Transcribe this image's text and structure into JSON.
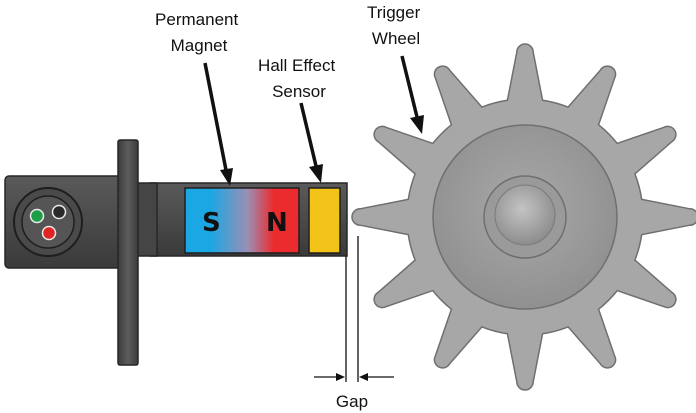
{
  "labels": {
    "magnet_line1": "Permanent",
    "magnet_line2": "Magnet",
    "sensor_line1": "Hall Effect",
    "sensor_line2": "Sensor",
    "wheel_line1": "Trigger",
    "wheel_line2": "Wheel",
    "gap": "Gap"
  },
  "poles": {
    "south": "S",
    "north": "N"
  },
  "colors": {
    "body_dark": "#4a4a4a",
    "magnet_south": "#1aa7e4",
    "magnet_north": "#ec2b2f",
    "sensor": "#f2c318",
    "wheel": "#a7a7a7",
    "pin_green": "#1f9e4a",
    "pin_black": "#2a2a2a",
    "pin_red": "#e02424"
  },
  "trigger_wheel": {
    "teeth": 12
  }
}
